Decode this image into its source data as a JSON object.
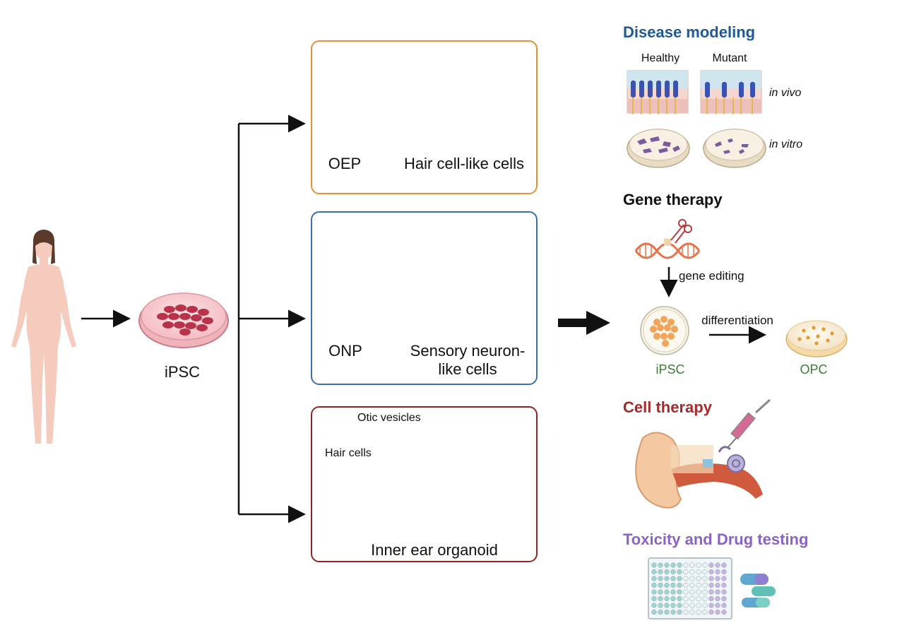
{
  "left": {
    "ipsc_label": "iPSC"
  },
  "boxes": {
    "oep": {
      "dish_label": "OEP",
      "cell_label": "Hair cell-like cells",
      "color": "#e8902f"
    },
    "onp": {
      "dish_label": "ONP",
      "cell_label_line1": "Sensory neuron-",
      "cell_label_line2": "like cells",
      "color": "#3a6fb0"
    },
    "organoid": {
      "vesicles_label": "Otic vesicles",
      "hair_cells_label": "Hair cells",
      "title": "Inner ear organoid",
      "color": "#8e2426"
    }
  },
  "applications": {
    "disease_modeling": {
      "title": "Disease modeling",
      "color": "#1f5a96",
      "healthy": "Healthy",
      "mutant": "Mutant",
      "in_vivo": "in vivo",
      "in_vitro": "in vitro"
    },
    "gene_therapy": {
      "title": "Gene therapy",
      "color": "#111111",
      "gene_editing": "gene editing",
      "differentiation": "differentiation",
      "ipsc": "iPSC",
      "opc": "OPC",
      "label_color": "#3f7a3a"
    },
    "cell_therapy": {
      "title": "Cell therapy",
      "color": "#a52a2a"
    },
    "toxicity": {
      "title": "Toxicity and Drug testing",
      "color": "#8a63c4"
    }
  }
}
